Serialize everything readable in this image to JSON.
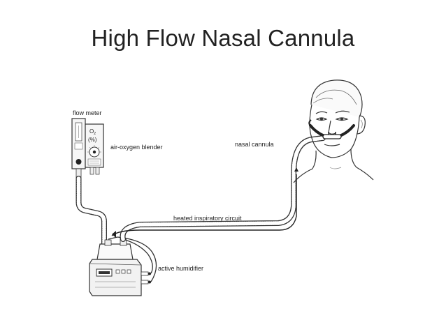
{
  "slide": {
    "title": "High Flow Nasal Cannula"
  },
  "labels": {
    "flow_meter": "flow meter",
    "blender": "air-oxygen blender",
    "o2_symbol": "O",
    "o2_sub": "2",
    "o2_percent": "(%)",
    "nasal_cannula": "nasal cannula",
    "circuit": "heated inspiratory circuit",
    "humidifier": "active humidifier"
  },
  "colors": {
    "line": "#333333",
    "device_fill": "#f4f4f4",
    "title": "#222222"
  }
}
